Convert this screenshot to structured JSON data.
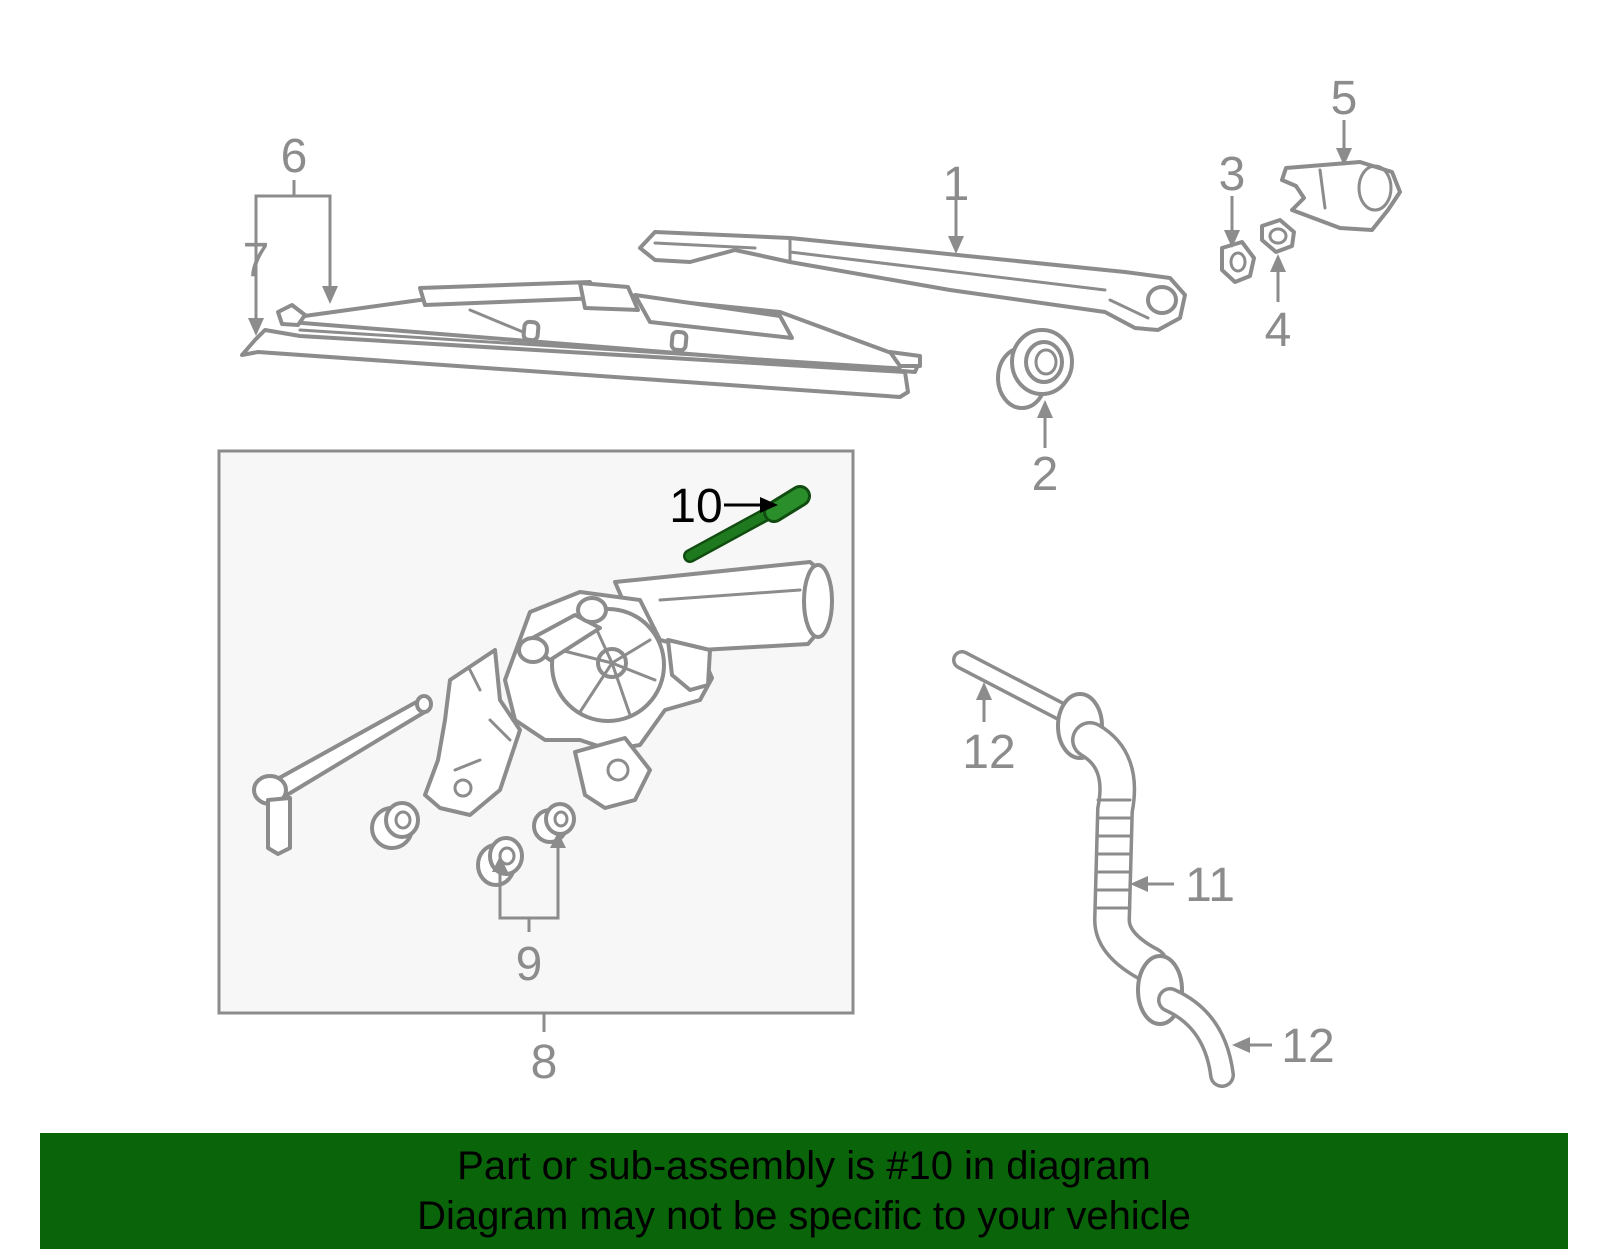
{
  "callouts": {
    "c1": "1",
    "c2": "2",
    "c3": "3",
    "c4": "4",
    "c5": "5",
    "c6": "6",
    "c7": "7",
    "c8": "8",
    "c9": "9",
    "c10": "10",
    "c11": "11",
    "c12a": "12",
    "c12b": "12"
  },
  "highlight_part": "10",
  "colors": {
    "line": "#8c8c8c",
    "highlight": "#1f7a1f",
    "panel_fill": "#f7f7f7",
    "banner": "#0a640a"
  },
  "banner": {
    "line1": "Part or sub-assembly is #10 in diagram",
    "line2": "Diagram may not be specific to your vehicle"
  }
}
